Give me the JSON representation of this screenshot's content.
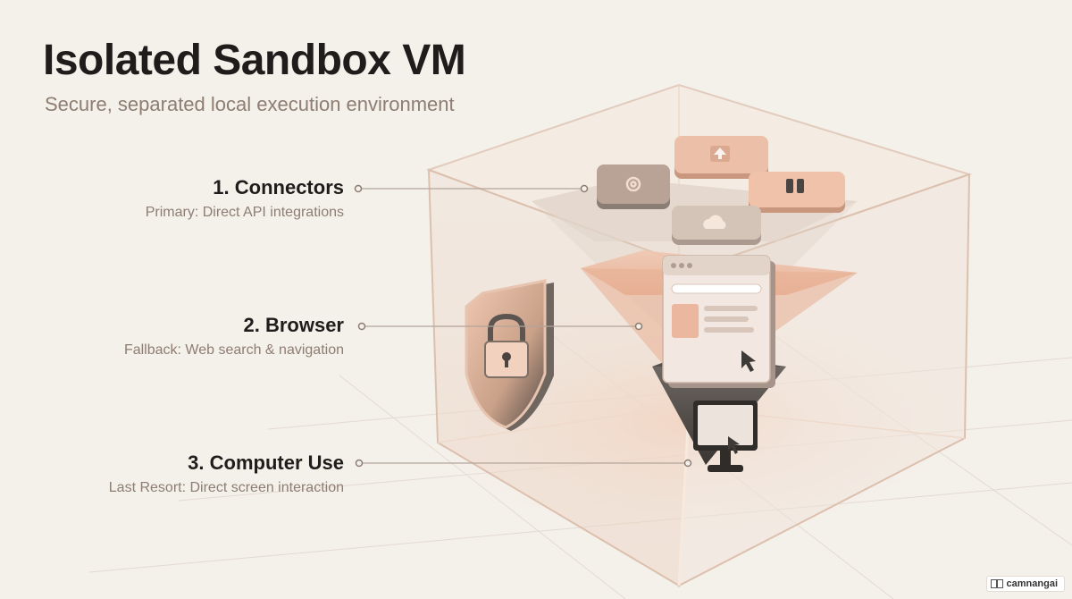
{
  "header": {
    "title": "Isolated Sandbox VM",
    "subtitle": "Secure, separated local execution environment"
  },
  "steps": [
    {
      "title": "1. Connectors",
      "description": "Primary: Direct API integrations"
    },
    {
      "title": "2. Browser",
      "description": "Fallback: Web search & navigation"
    },
    {
      "title": "3. Computer Use",
      "description": "Last Resort: Direct screen interaction"
    }
  ],
  "icons": [
    "shield-lock-icon",
    "puzzle-icon",
    "gear-icon",
    "upload-icon",
    "cloud-icon",
    "code-icon",
    "browser-window-icon",
    "cursor-icon",
    "monitor-icon"
  ],
  "watermark": "camnangai",
  "colors": {
    "background": "#f4f0ea",
    "accent": "#e9b49c",
    "dark_layer": "#4b4643",
    "text": "#1f1d1c",
    "muted_text": "#8d7d72",
    "connector_line": "#b3a59a"
  }
}
